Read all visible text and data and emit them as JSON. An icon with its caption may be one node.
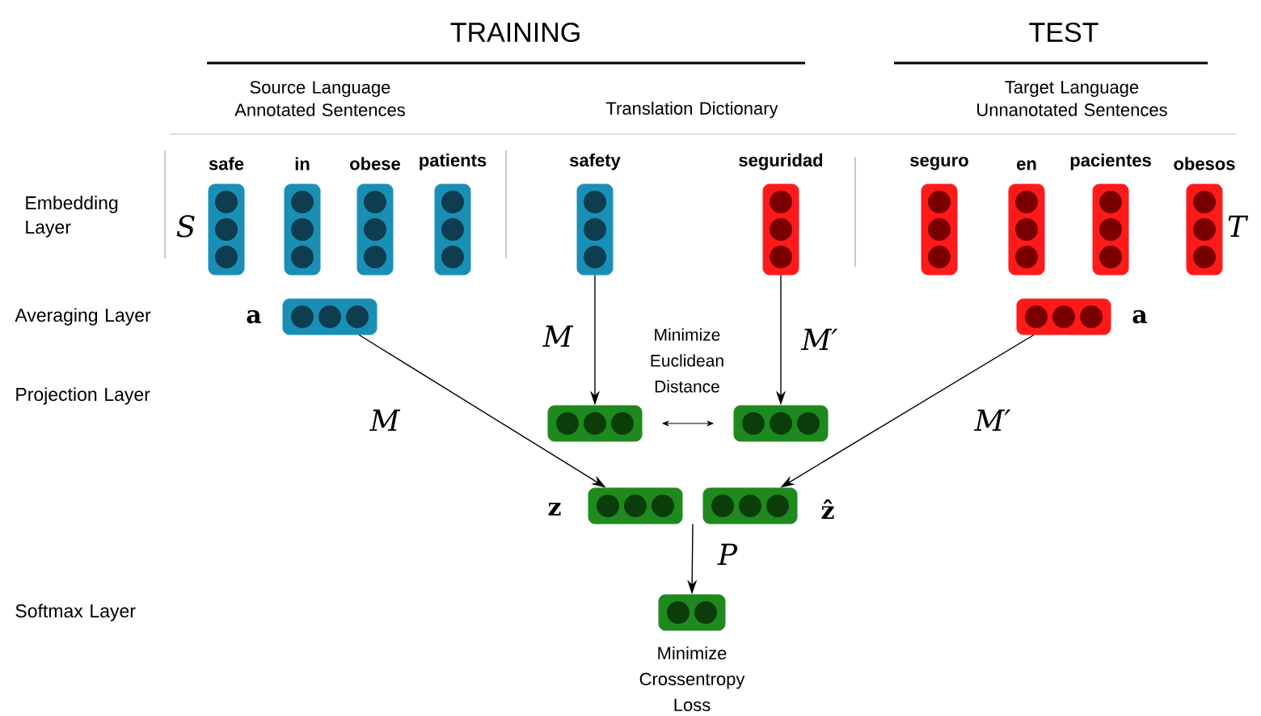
{
  "diagram": {
    "nodes": [
      {
        "text": [
          "safe"
        ]
      },
      {
        "text": [
          "in"
        ]
      },
      {
        "text": [
          "obese"
        ]
      },
      {
        "text": [
          "patients"
        ]
      },
      {
        "text": [
          "safety"
        ]
      },
      {
        "text": [
          "seguridad"
        ]
      },
      {
        "text": [
          "seguro"
        ]
      },
      {
        "text": [
          "en"
        ]
      },
      {
        "text": [
          "pacientes"
        ]
      },
      {
        "text": [
          "obesos"
        ]
      },
      {
        "text": [],
        "shape": "box",
        "beside": [
          "a"
        ]
      },
      {
        "text": [],
        "shape": "box",
        "beside": [
          "a"
        ]
      },
      {
        "text": [],
        "shape": "box"
      },
      {
        "text": [],
        "shape": "box"
      },
      {
        "text": [],
        "shape": "box",
        "beside": [
          "z"
        ]
      },
      {
        "text": [],
        "shape": "box",
        "beside": [
          "ẑ"
        ]
      },
      {
        "text": [],
        "shape": "box",
        "beside": [
          "Minimize Crossentropy Loss"
        ]
      }
    ],
    "edges": [
      {
        "from": 4,
        "to": 12,
        "arrow": "to",
        "label": "M"
      },
      {
        "from": 5,
        "to": 13,
        "arrow": "to",
        "label": "M′"
      },
      {
        "from": 12,
        "to": 13,
        "arrow": "both",
        "label": "Minimize Euclidean Distance"
      },
      {
        "from": 10,
        "to": 14,
        "arrow": "to",
        "label": "M"
      },
      {
        "from": 11,
        "to": 15,
        "arrow": "to",
        "label": "M′"
      },
      {
        "from": 14,
        "to": 16,
        "arrow": "to",
        "label": "P"
      },
      {
        "from": 15,
        "to": 16,
        "arrow": "to"
      }
    ],
    "labels": [
      "TRAINING",
      "TEST",
      "Source Language Annotated Sentences",
      "Translation Dictionary",
      "Target Language Unnanotated Sentences",
      "Embedding Layer",
      "S",
      "T",
      "Averaging Layer",
      "Projection Layer",
      "Softmax Layer"
    ]
  }
}
